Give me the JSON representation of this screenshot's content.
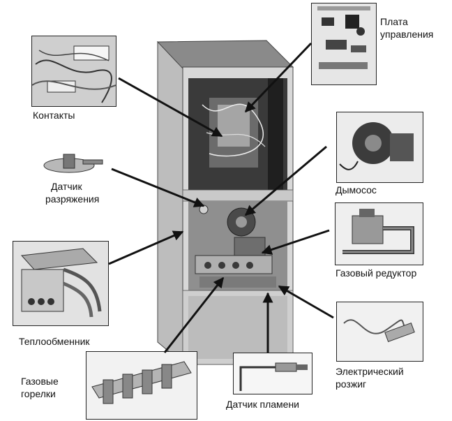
{
  "labels": {
    "control_board": [
      "Плата",
      "управления"
    ],
    "contacts": "Контакты",
    "pressure_sensor": [
      "Датчик",
      "разряжения"
    ],
    "exhaust_fan": "Дымосос",
    "gas_valve": "Газовый редуктор",
    "heat_exchanger": "Теплообменник",
    "gas_burners": [
      "Газовые",
      "горелки"
    ],
    "flame_sensor": "Датчик пламени",
    "ignitor": [
      "Электрический",
      "розжиг"
    ]
  }
}
